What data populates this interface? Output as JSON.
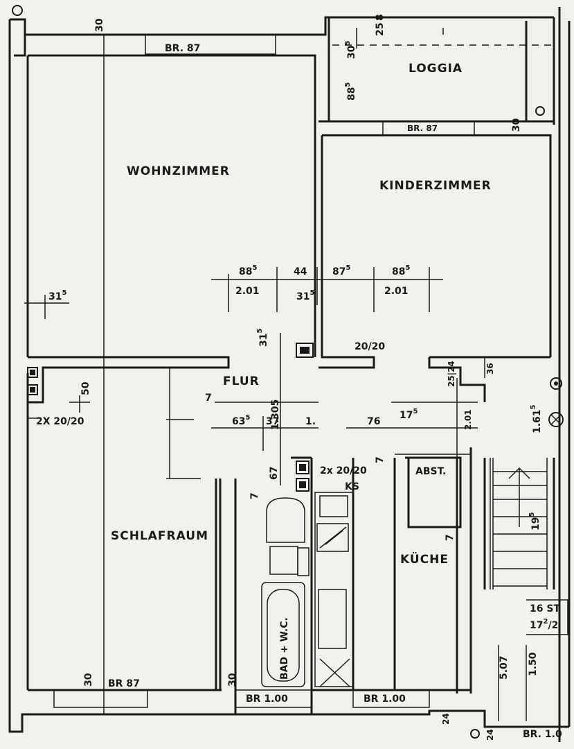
{
  "rooms": {
    "wohnzimmer": "WOHNZIMMER",
    "kinderzimmer": "KINDERZIMMER",
    "loggia": "LOGGIA",
    "schlafraum": "SCHLAFRAUM",
    "flur": "FLUR",
    "kueche": "KÜCHE",
    "abst": "ABST.",
    "bad": "BAD + W.C."
  },
  "windows": {
    "top_living": "BR. 87",
    "loggia_door": "BR. 87",
    "bed_bottom": "BR 87",
    "bath_bottom": "BR 1.00",
    "kitchen_bottom": "BR 1.00",
    "stair_bottom": "BR. 1.0"
  },
  "dimensions": {
    "d885a": "88",
    "d885a_sup": "5",
    "d44": "44",
    "d875": "87",
    "d875_sup": "5",
    "d885b": "88",
    "d885b_sup": "5",
    "d201a": "2.01",
    "d201b": "2.01",
    "d31a": "31",
    "d31a_sup": "5",
    "d31b": "31",
    "d31b_sup": "5",
    "d2020": "20/20",
    "d2x2020a": "2X 20/20",
    "d2x2020b": "2x 20/20",
    "ks": "KS",
    "d50": "50",
    "d7a": "7",
    "d635": "63",
    "d635_sup": "5",
    "d37": "37",
    "d1": "1.",
    "d76": "76",
    "d175": "17",
    "d175_sup": "5",
    "d1305": "1.305",
    "d315": "31",
    "d315_sup": "5",
    "d67": "67",
    "d7b": "7",
    "d7c": "7",
    "d7d": "7",
    "d30a": "30",
    "d30b": "30",
    "d30c": "30",
    "d30d": "30",
    "d885v": "88",
    "d885v_sup": "5",
    "d305": "30",
    "d305_sup": "5",
    "d25": "25",
    "d2524": "25|24",
    "d36": "36",
    "d201v": "2.01",
    "d1615": "1.61",
    "d1615_sup": "5",
    "d1955": "19",
    "d1955_sup": "5",
    "d16st": "16 ST",
    "d172": "17",
    "d172_sup": "2",
    "d172_tail": "/2",
    "d507": "5.07",
    "d150": "1.50",
    "d24a": "24",
    "d24b": "24",
    "d8": "8"
  }
}
